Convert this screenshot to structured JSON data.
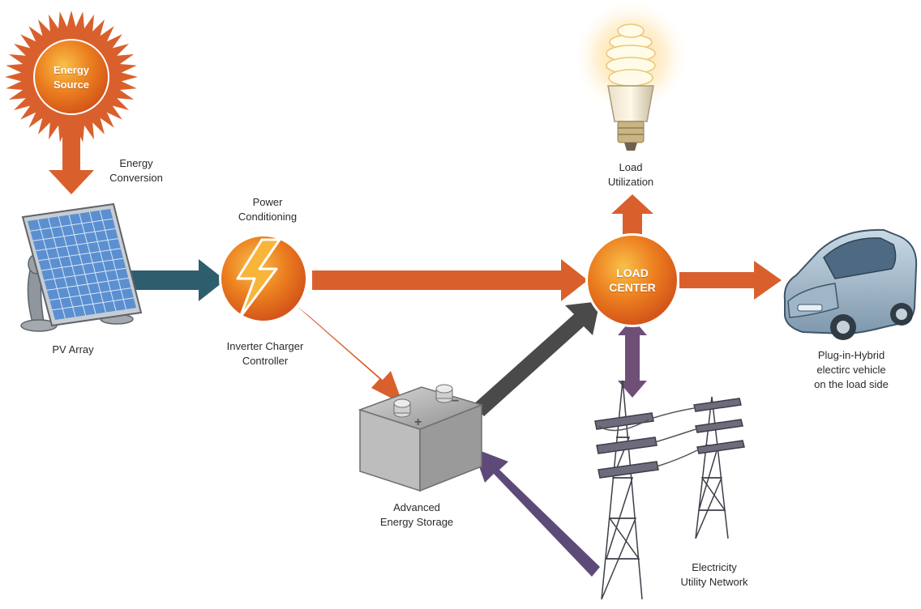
{
  "colors": {
    "orange_arrow": "#d9602d",
    "teal_arrow": "#2e5d6e",
    "dark_arrow": "#4a4a4a",
    "purple_arrow": "#5e4a78",
    "node_orange": "#e8781f",
    "node_highlight": "#f7b03a"
  },
  "nodes": {
    "energy_source": {
      "line1": "Energy",
      "line2": "Source",
      "icon": "sun-icon"
    },
    "load_center": {
      "line1": "LOAD",
      "line2": "CENTER"
    },
    "power_conditioning": {
      "icon": "lightning-icon"
    }
  },
  "labels": {
    "energy_conversion": {
      "line1": "Energy",
      "line2": "Conversion"
    },
    "pv_array": {
      "line1": "PV Array",
      "icon": "solar-panel-icon"
    },
    "power_conditioning": {
      "line1": "Power",
      "line2": "Conditioning"
    },
    "inverter": {
      "line1": "Inverter Charger",
      "line2": "Controller"
    },
    "load_utilization": {
      "line1": "Load",
      "line2": "Utilization",
      "icon": "light-bulb-icon"
    },
    "vehicle": {
      "line1": "Plug-in-Hybrid",
      "line2": "electirc vehicle",
      "line3": "on the load side",
      "icon": "car-icon"
    },
    "storage": {
      "line1": "Advanced",
      "line2": "Energy Storage",
      "icon": "battery-icon"
    },
    "utility": {
      "line1": "Electricity",
      "line2": "Utility Network",
      "icon": "power-tower-icon"
    }
  }
}
